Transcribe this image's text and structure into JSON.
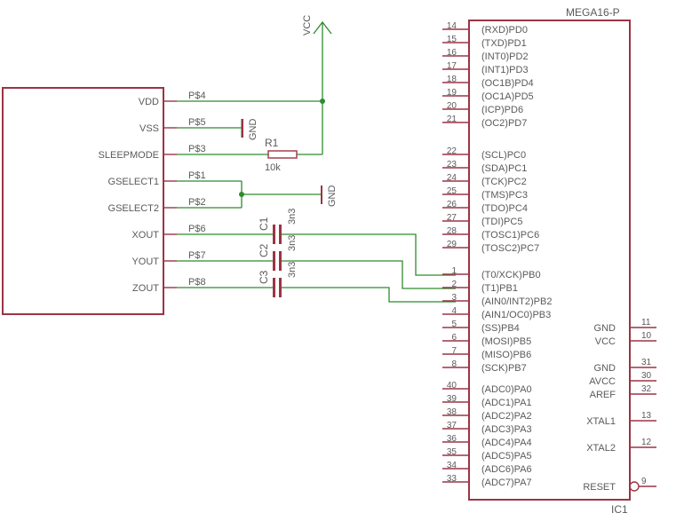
{
  "sensor": {
    "pins": [
      {
        "label": "VDD",
        "net": "P$4"
      },
      {
        "label": "VSS",
        "net": "P$5"
      },
      {
        "label": "SLEEPMODE",
        "net": "P$3"
      },
      {
        "label": "GSELECT1",
        "net": "P$1"
      },
      {
        "label": "GSELECT2",
        "net": "P$2"
      },
      {
        "label": "XOUT",
        "net": "P$6"
      },
      {
        "label": "YOUT",
        "net": "P$7"
      },
      {
        "label": "ZOUT",
        "net": "P$8"
      }
    ]
  },
  "power": {
    "vcc": "VCC",
    "gnd1": "GND",
    "gnd2": "GND"
  },
  "resistor": {
    "name": "R1",
    "value": "10k"
  },
  "capacitors": [
    {
      "name": "C1",
      "value": "3n3"
    },
    {
      "name": "C2",
      "value": "3n3"
    },
    {
      "name": "C3",
      "value": "3n3"
    }
  ],
  "mcu": {
    "title": "MEGA16-P",
    "ref": "IC1",
    "left_pins": [
      {
        "num": "14",
        "label": "(RXD)PD0"
      },
      {
        "num": "15",
        "label": "(TXD)PD1"
      },
      {
        "num": "16",
        "label": "(INT0)PD2"
      },
      {
        "num": "17",
        "label": "(INT1)PD3"
      },
      {
        "num": "18",
        "label": "(OC1B)PD4"
      },
      {
        "num": "19",
        "label": "(OC1A)PD5"
      },
      {
        "num": "20",
        "label": "(ICP)PD6"
      },
      {
        "num": "21",
        "label": "(OC2)PD7"
      },
      {
        "num": "22",
        "label": "(SCL)PC0"
      },
      {
        "num": "23",
        "label": "(SDA)PC1"
      },
      {
        "num": "24",
        "label": "(TCK)PC2"
      },
      {
        "num": "25",
        "label": "(TMS)PC3"
      },
      {
        "num": "26",
        "label": "(TDO)PC4"
      },
      {
        "num": "27",
        "label": "(TDI)PC5"
      },
      {
        "num": "28",
        "label": "(TOSC1)PC6"
      },
      {
        "num": "29",
        "label": "(TOSC2)PC7"
      },
      {
        "num": "1",
        "label": "(T0/XCK)PB0"
      },
      {
        "num": "2",
        "label": "(T1)PB1"
      },
      {
        "num": "3",
        "label": "(AIN0/INT2)PB2"
      },
      {
        "num": "4",
        "label": "(AIN1/OC0)PB3"
      },
      {
        "num": "5",
        "label": "(SS)PB4"
      },
      {
        "num": "6",
        "label": "(MOSI)PB5"
      },
      {
        "num": "7",
        "label": "(MISO)PB6"
      },
      {
        "num": "8",
        "label": "(SCK)PB7"
      },
      {
        "num": "40",
        "label": "(ADC0)PA0"
      },
      {
        "num": "39",
        "label": "(ADC1)PA1"
      },
      {
        "num": "38",
        "label": "(ADC2)PA2"
      },
      {
        "num": "37",
        "label": "(ADC3)PA3"
      },
      {
        "num": "36",
        "label": "(ADC4)PA4"
      },
      {
        "num": "35",
        "label": "(ADC5)PA5"
      },
      {
        "num": "34",
        "label": "(ADC6)PA6"
      },
      {
        "num": "33",
        "label": "(ADC7)PA7"
      }
    ],
    "right_pins": [
      {
        "num": "11",
        "label": "GND"
      },
      {
        "num": "10",
        "label": "VCC"
      },
      {
        "num": "31",
        "label": "GND"
      },
      {
        "num": "30",
        "label": "AVCC"
      },
      {
        "num": "32",
        "label": "AREF"
      },
      {
        "num": "13",
        "label": "XTAL1"
      },
      {
        "num": "12",
        "label": "XTAL2"
      },
      {
        "num": "9",
        "label": "RESET"
      }
    ]
  }
}
